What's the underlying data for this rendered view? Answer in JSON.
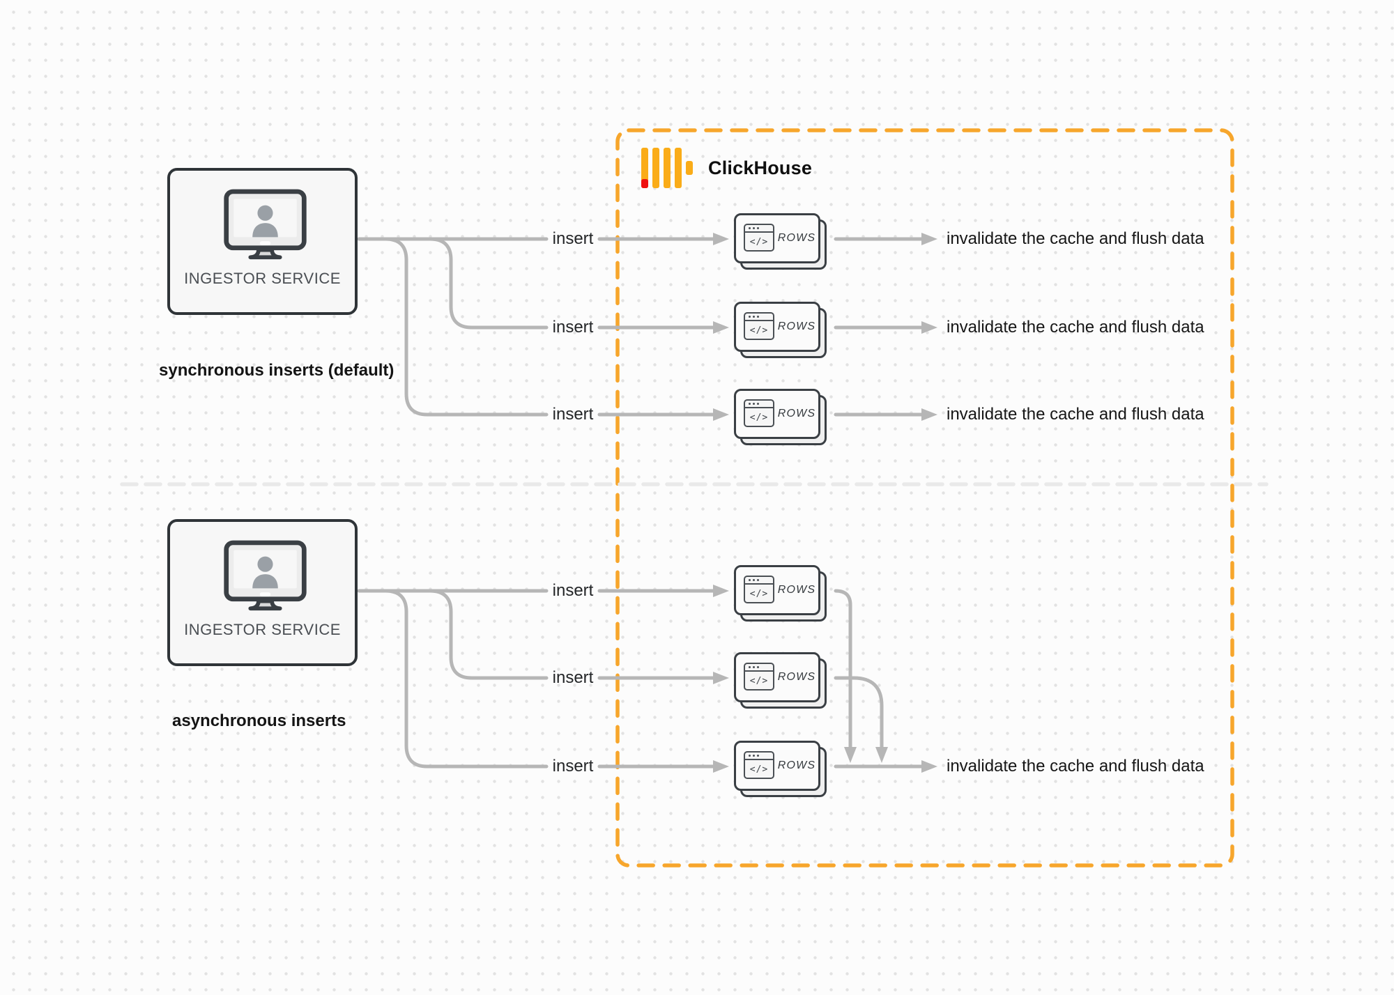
{
  "colors": {
    "accent_orange": "#F7A62C",
    "logo_amber": "#FAAC18",
    "logo_red": "#EF1010",
    "connector_gray": "#B6B6B6",
    "box_border": "#2F3438",
    "divider_gray": "#E9E9E9",
    "text_dark": "#161616"
  },
  "clickhouse": {
    "label": "ClickHouse"
  },
  "sync": {
    "service_label": "INGESTOR SERVICE",
    "caption": "synchronous inserts (default)",
    "rows": [
      {
        "insert": "insert",
        "card": "ROWS",
        "code": "</>",
        "result": "invalidate the cache and flush data"
      },
      {
        "insert": "insert",
        "card": "ROWS",
        "code": "</>",
        "result": "invalidate the cache and flush data"
      },
      {
        "insert": "insert",
        "card": "ROWS",
        "code": "</>",
        "result": "invalidate the cache and flush data"
      }
    ]
  },
  "async": {
    "service_label": "INGESTOR SERVICE",
    "caption": "asynchronous inserts",
    "rows": [
      {
        "insert": "insert",
        "card": "ROWS",
        "code": "</>"
      },
      {
        "insert": "insert",
        "card": "ROWS",
        "code": "</>"
      },
      {
        "insert": "insert",
        "card": "ROWS",
        "code": "</>"
      }
    ],
    "result": "invalidate the cache and flush data"
  }
}
